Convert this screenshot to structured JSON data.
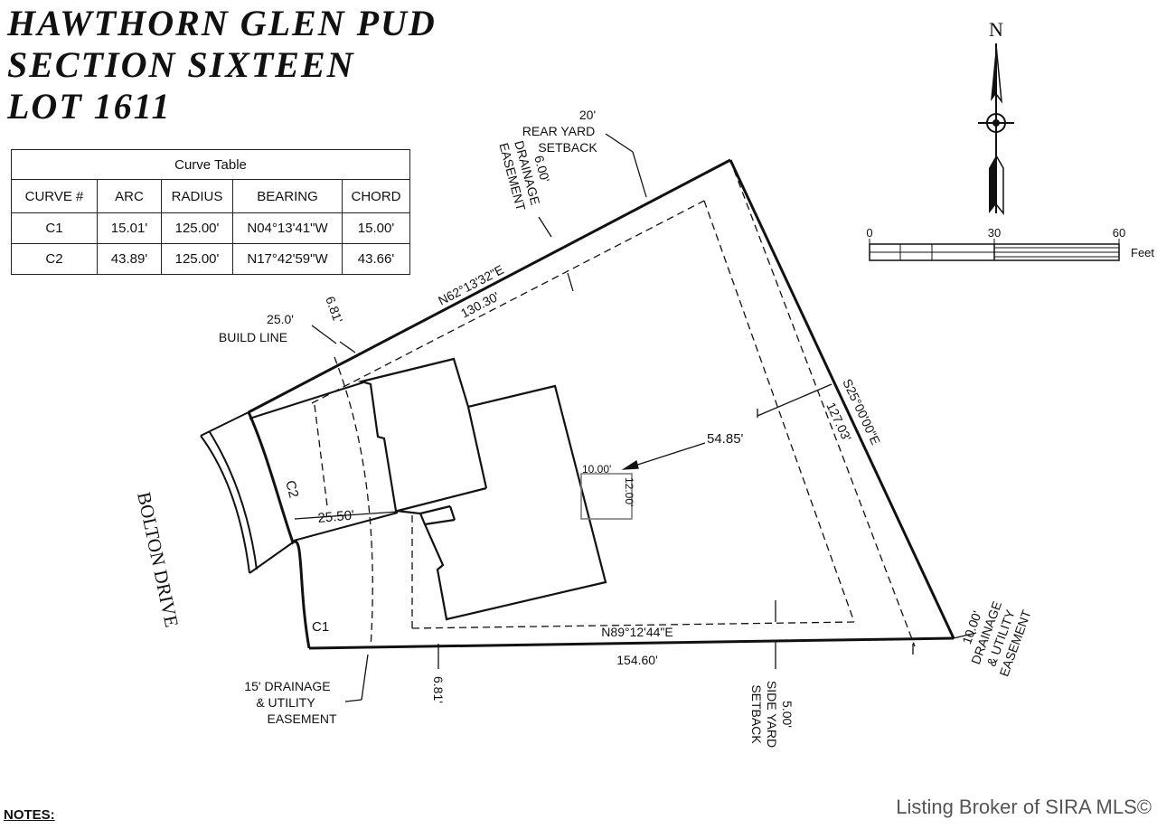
{
  "title_lines": [
    "HAWTHORN GLEN PUD",
    "SECTION SIXTEEN",
    "LOT 1611"
  ],
  "curve_table": {
    "caption": "Curve Table",
    "headers": [
      "CURVE #",
      "ARC",
      "RADIUS",
      "BEARING",
      "CHORD"
    ],
    "rows": [
      [
        "C1",
        "15.01'",
        "125.00'",
        "N04°13'41\"W",
        "15.00'"
      ],
      [
        "C2",
        "43.89'",
        "125.00'",
        "N17°42'59\"W",
        "43.66'"
      ]
    ]
  },
  "north_label": "N",
  "scale_bar": {
    "labels": [
      "0",
      "30",
      "60"
    ],
    "unit": "Feet"
  },
  "street_name": "BOLTON DRIVE",
  "bearings": {
    "rear": "N62°13'32\"E",
    "right": "S25°00'00\"E",
    "front": "N89°12'44\"E"
  },
  "distances": {
    "rear": "130.30'",
    "right": "127.03'",
    "front": "154.60'",
    "house_to_rear": "54.85'",
    "driveway": "25.50'",
    "pad_w": "10.00'",
    "pad_h": "12.00'",
    "offset_top": "6.81'",
    "offset_bottom": "6.81'"
  },
  "curve_labels": [
    "C1",
    "C2"
  ],
  "callouts": {
    "rear_setback": [
      "20'",
      "REAR YARD",
      "SETBACK"
    ],
    "drainage_rear": [
      "6.00'",
      "DRAINAGE",
      "EASEMENT"
    ],
    "build_line": [
      "25.0'",
      "BUILD LINE"
    ],
    "drainage_right": [
      "10.00'",
      "DRAINAGE",
      "& UTILITY",
      "EASEMENT"
    ],
    "drainage_front": [
      "15' DRAINAGE",
      "& UTILITY",
      "EASEMENT"
    ],
    "side_setback": [
      "5.00'",
      "SIDE YARD",
      "SETBACK"
    ]
  },
  "notes_label": "NOTES:",
  "credit": "Listing Broker of SIRA MLS©"
}
